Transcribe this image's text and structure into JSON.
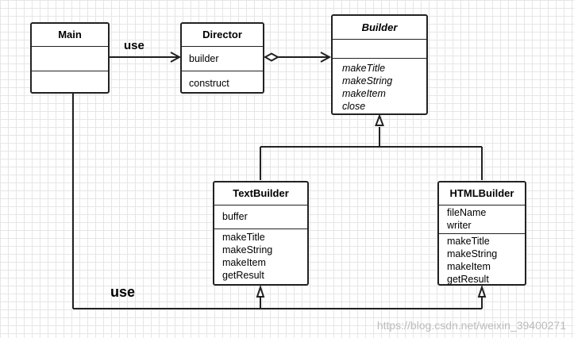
{
  "diagram": {
    "classes": {
      "main": {
        "name": "Main",
        "attributes": [],
        "operations": []
      },
      "director": {
        "name": "Director",
        "attributes": [
          "builder"
        ],
        "operations": [
          "construct"
        ]
      },
      "builder": {
        "name": "Builder",
        "abstract": true,
        "attributes": [],
        "operations": [
          "makeTitle",
          "makeString",
          "makeItem",
          "close"
        ]
      },
      "text_builder": {
        "name": "TextBuilder",
        "attributes": [
          "buffer"
        ],
        "operations": [
          "makeTitle",
          "makeString",
          "makeItem",
          "getResult"
        ]
      },
      "html_builder": {
        "name": "HTMLBuilder",
        "attributes": [
          "fileName",
          "writer"
        ],
        "operations": [
          "makeTitle",
          "makeString",
          "makeItem",
          "getResult"
        ]
      }
    },
    "relations": {
      "main_director": "use",
      "main_builders": "use"
    }
  },
  "watermark": "https://blog.csdn.net/weixin_39400271",
  "colors": {
    "line": "#222222",
    "grid": "#e6e6e6",
    "watermark": "#bcbcbc"
  }
}
